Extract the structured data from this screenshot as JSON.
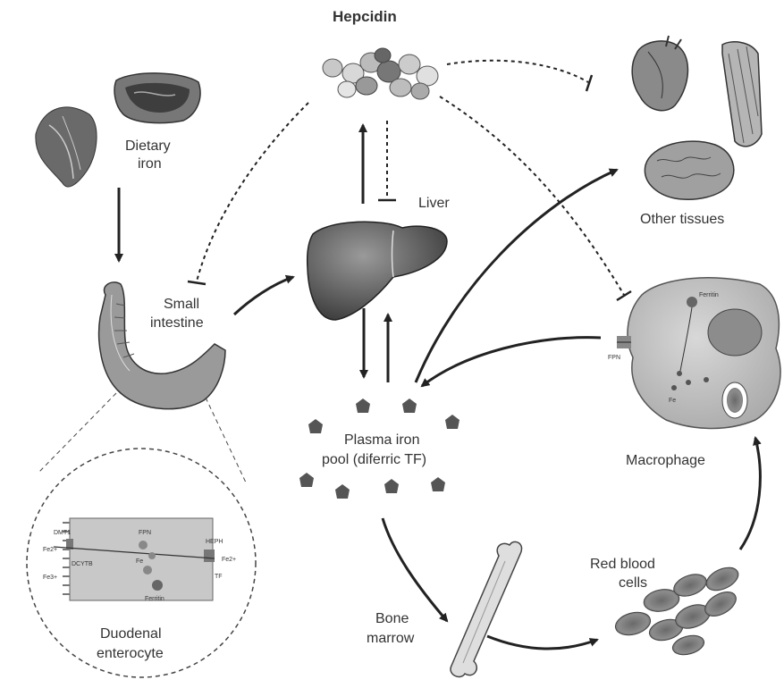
{
  "labels": {
    "hepcidin": "Hepcidin",
    "dietary_iron_1": "Dietary",
    "dietary_iron_2": "iron",
    "liver": "Liver",
    "other_tissues": "Other tissues",
    "small_intestine_1": "Small",
    "small_intestine_2": "intestine",
    "plasma_pool_1": "Plasma iron",
    "plasma_pool_2": "pool (diferric TF)",
    "macrophage": "Macrophage",
    "red_blood_cells_1": "Red blood",
    "red_blood_cells_2": "cells",
    "bone_marrow_1": "Bone",
    "bone_marrow_2": "marrow",
    "duodenal_1": "Duodenal",
    "duodenal_2": "enterocyte"
  },
  "enterocyte_labels": {
    "dmt1": "DMT1",
    "fe2_left": "Fe2+",
    "fe3": "Fe3+",
    "dcytb": "DCYTB",
    "fpn": "FPN",
    "heph": "HEPH",
    "fe2_right": "Fe2+",
    "tf": "TF",
    "ferritin": "Ferritin",
    "fe_pool": "Fe"
  },
  "macrophage_labels": {
    "ferritin": "Ferritin",
    "fpn": "FPN",
    "fe": "Fe"
  },
  "colors": {
    "arrow": "#222222",
    "organ_dark": "#4a4a4a",
    "organ_mid": "#8a8a8a",
    "cell_fill": "#bdbdbd"
  }
}
